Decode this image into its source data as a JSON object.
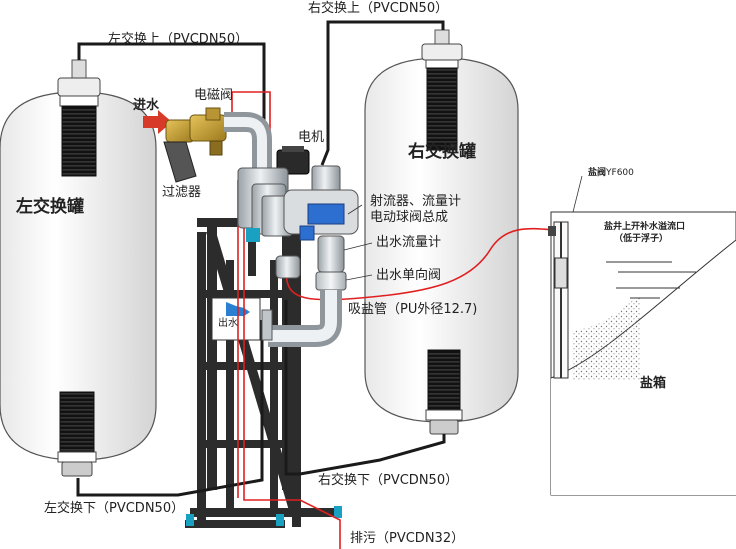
{
  "labels": {
    "left_top_pipe": "左交换上（PVCDN50）",
    "right_top_pipe": "右交换上（PVCDN50）",
    "solenoid_valve": "电磁阀",
    "water_inlet": "进水",
    "motor": "电机",
    "filter": "过滤器",
    "left_tank": "左交换罐",
    "right_tank": "右交换罐",
    "ejector_line1": "射流器、流量计",
    "ejector_line2": "电动球阀总成",
    "outlet_flow_meter": "出水流量计",
    "outlet_check_valve": "出水单向阀",
    "water_outlet": "出水",
    "brine_suction": "吸盐管（PU外径12.7)",
    "salt_valve_prefix": "盐阀",
    "salt_valve_model": "YF600",
    "salt_well_note1": "盐井上开补水溢流口",
    "salt_well_note2": "（低于浮子）",
    "brine_tank": "盐箱",
    "right_bottom_pipe": "右交换下（PVCDN50）",
    "left_bottom_pipe": "左交换下（PVCDN50）",
    "drain": "排污（PVCDN32）"
  },
  "colors": {
    "pipe_black": "#1a1a1a",
    "drain_red": "#e02020",
    "arrow_inlet": "#d83a2a",
    "arrow_outlet": "#2a7fd0",
    "brass": "#c9a23a",
    "frame": "#2c2c2c",
    "frame_accent": "#1aa0c0"
  }
}
